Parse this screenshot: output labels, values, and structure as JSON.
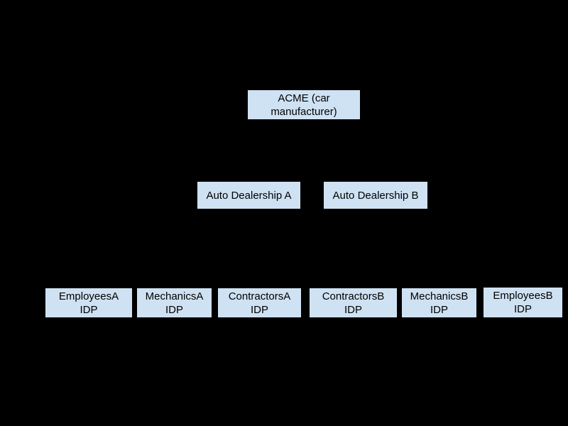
{
  "diagram": {
    "colors": {
      "background": "#000000",
      "node_fill": "#cfe2f3",
      "node_border": "#000000",
      "node_text": "#000000"
    },
    "nodes": [
      {
        "id": "acme",
        "lines": [
          "ACME (car",
          "manufacturer)"
        ]
      },
      {
        "id": "auto-dealership-a",
        "lines": [
          "Auto Dealership A"
        ]
      },
      {
        "id": "auto-dealership-b",
        "lines": [
          "Auto Dealership B"
        ]
      },
      {
        "id": "employees-a-idp",
        "lines": [
          "EmployeesA",
          "IDP"
        ]
      },
      {
        "id": "mechanics-a-idp",
        "lines": [
          "MechanicsA",
          "IDP"
        ]
      },
      {
        "id": "contractors-a-idp",
        "lines": [
          "ContractorsA",
          "IDP"
        ]
      },
      {
        "id": "contractors-b-idp",
        "lines": [
          "ContractorsB",
          "IDP"
        ]
      },
      {
        "id": "mechanics-b-idp",
        "lines": [
          "MechanicsB",
          "IDP"
        ]
      },
      {
        "id": "employees-b-idp",
        "lines": [
          "EmployeesB",
          "IDP"
        ]
      }
    ]
  }
}
